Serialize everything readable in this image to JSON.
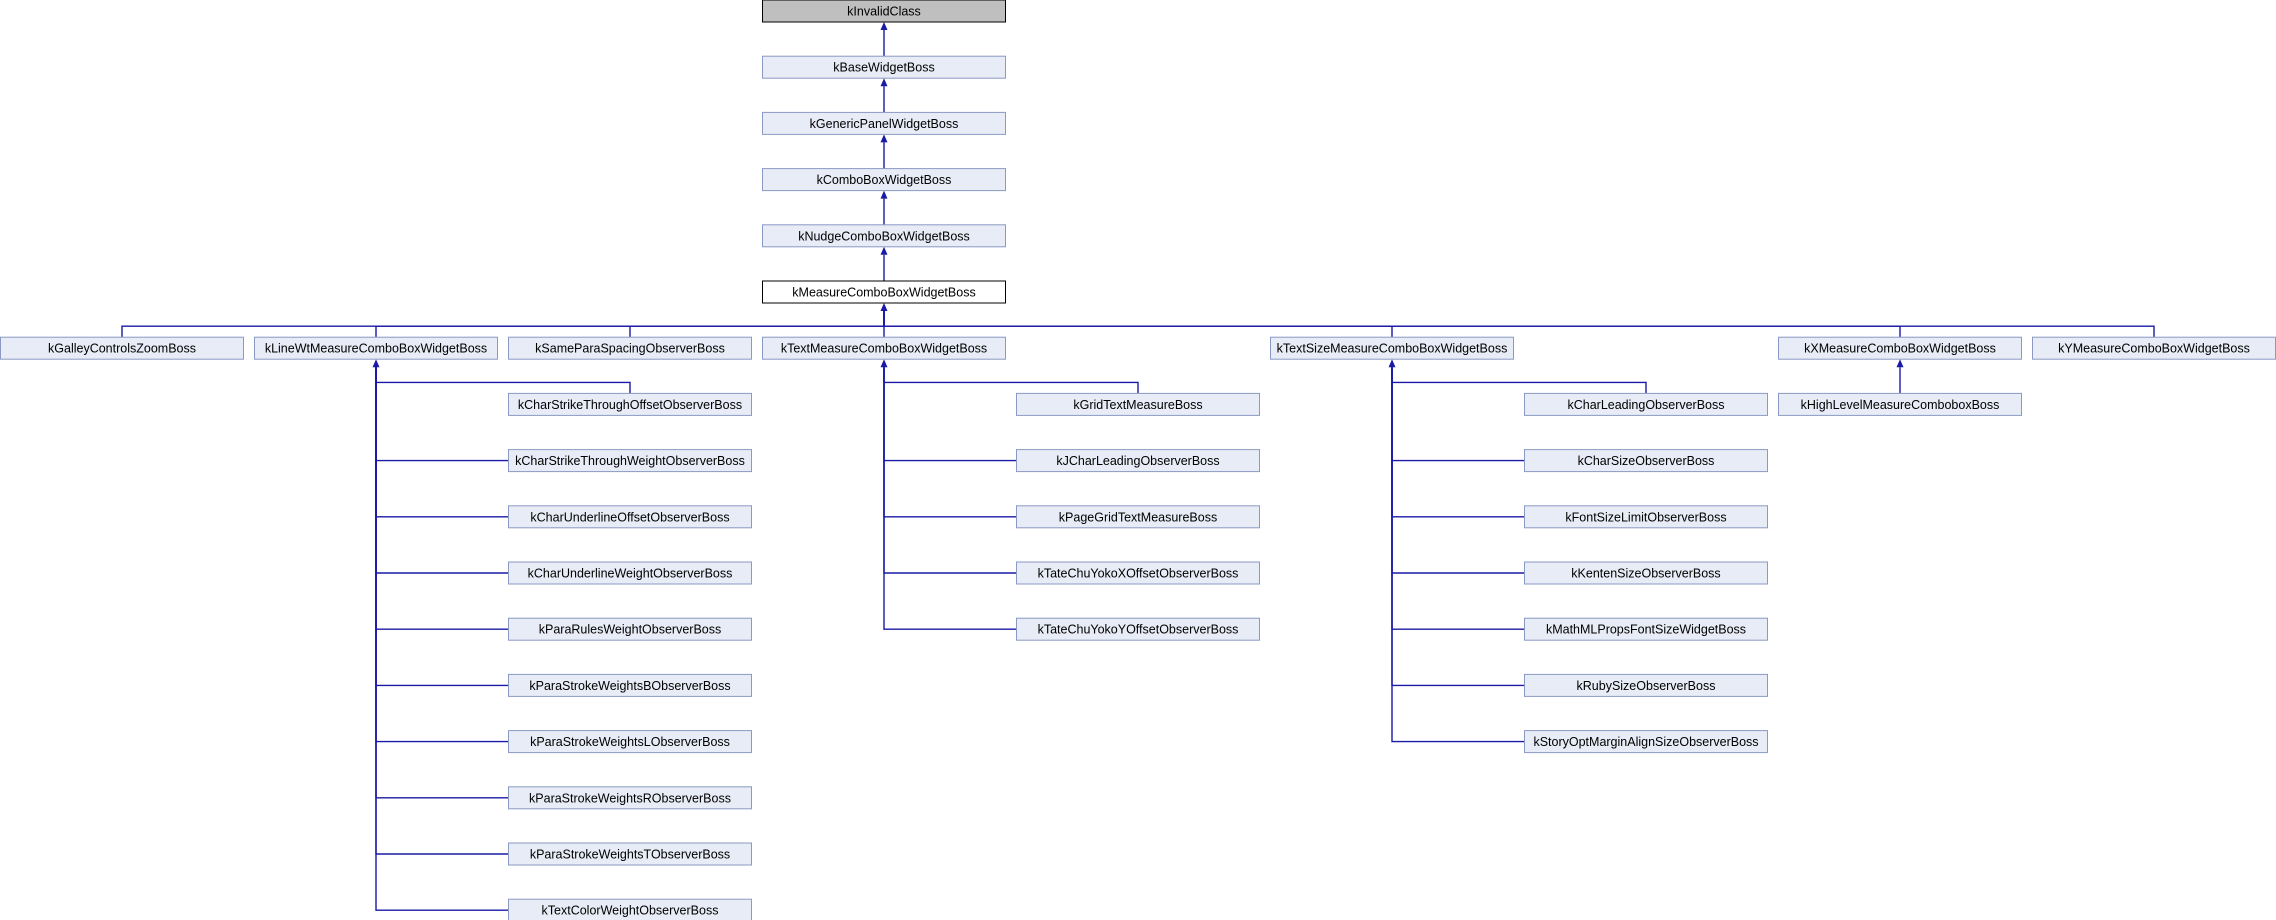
{
  "diagram": {
    "nodes": [
      {
        "id": "kInvalidClass",
        "label": "kInvalidClass",
        "style": "root"
      },
      {
        "id": "kBaseWidgetBoss",
        "label": "kBaseWidgetBoss"
      },
      {
        "id": "kGenericPanelWidgetBoss",
        "label": "kGenericPanelWidgetBoss"
      },
      {
        "id": "kComboBoxWidgetBoss",
        "label": "kComboBoxWidgetBoss"
      },
      {
        "id": "kNudgeComboBoxWidgetBoss",
        "label": "kNudgeComboBoxWidgetBoss"
      },
      {
        "id": "kMeasureComboBoxWidgetBoss",
        "label": "kMeasureComboBoxWidgetBoss",
        "style": "current"
      },
      {
        "id": "kGalleyControlsZoomBoss",
        "label": "kGalleyControlsZoomBoss"
      },
      {
        "id": "kLineWtMeasureComboBoxWidgetBoss",
        "label": "kLineWtMeasureComboBoxWidgetBoss"
      },
      {
        "id": "kSameParaSpacingObserverBoss",
        "label": "kSameParaSpacingObserverBoss"
      },
      {
        "id": "kTextMeasureComboBoxWidgetBoss",
        "label": "kTextMeasureComboBoxWidgetBoss"
      },
      {
        "id": "kTextSizeMeasureComboBoxWidgetBoss",
        "label": "kTextSizeMeasureComboBoxWidgetBoss"
      },
      {
        "id": "kXMeasureComboBoxWidgetBoss",
        "label": "kXMeasureComboBoxWidgetBoss"
      },
      {
        "id": "kYMeasureComboBoxWidgetBoss",
        "label": "kYMeasureComboBoxWidgetBoss"
      },
      {
        "id": "kCharStrikeThroughOffsetObserverBoss",
        "label": "kCharStrikeThroughOffsetObserverBoss"
      },
      {
        "id": "kCharStrikeThroughWeightObserverBoss",
        "label": "kCharStrikeThroughWeightObserverBoss"
      },
      {
        "id": "kCharUnderlineOffsetObserverBoss",
        "label": "kCharUnderlineOffsetObserverBoss"
      },
      {
        "id": "kCharUnderlineWeightObserverBoss",
        "label": "kCharUnderlineWeightObserverBoss"
      },
      {
        "id": "kParaRulesWeightObserverBoss",
        "label": "kParaRulesWeightObserverBoss"
      },
      {
        "id": "kParaStrokeWeightsBObserverBoss",
        "label": "kParaStrokeWeightsBObserverBoss"
      },
      {
        "id": "kParaStrokeWeightsLObserverBoss",
        "label": "kParaStrokeWeightsLObserverBoss"
      },
      {
        "id": "kParaStrokeWeightsRObserverBoss",
        "label": "kParaStrokeWeightsRObserverBoss"
      },
      {
        "id": "kParaStrokeWeightsTObserverBoss",
        "label": "kParaStrokeWeightsTObserverBoss"
      },
      {
        "id": "kTextColorWeightObserverBoss",
        "label": "kTextColorWeightObserverBoss"
      },
      {
        "id": "kGridTextMeasureBoss",
        "label": "kGridTextMeasureBoss"
      },
      {
        "id": "kJCharLeadingObserverBoss",
        "label": "kJCharLeadingObserverBoss"
      },
      {
        "id": "kPageGridTextMeasureBoss",
        "label": "kPageGridTextMeasureBoss"
      },
      {
        "id": "kTateChuYokoXOffsetObserverBoss",
        "label": "kTateChuYokoXOffsetObserverBoss"
      },
      {
        "id": "kTateChuYokoYOffsetObserverBoss",
        "label": "kTateChuYokoYOffsetObserverBoss"
      },
      {
        "id": "kCharLeadingObserverBoss",
        "label": "kCharLeadingObserverBoss"
      },
      {
        "id": "kCharSizeObserverBoss",
        "label": "kCharSizeObserverBoss"
      },
      {
        "id": "kFontSizeLimitObserverBoss",
        "label": "kFontSizeLimitObserverBoss"
      },
      {
        "id": "kKentenSizeObserverBoss",
        "label": "kKentenSizeObserverBoss"
      },
      {
        "id": "kMathMLPropsFontSizeWidgetBoss",
        "label": "kMathMLPropsFontSizeWidgetBoss"
      },
      {
        "id": "kRubySizeObserverBoss",
        "label": "kRubySizeObserverBoss"
      },
      {
        "id": "kStoryOptMarginAlignSizeObserverBoss",
        "label": "kStoryOptMarginAlignSizeObserverBoss"
      },
      {
        "id": "kHighLevelMeasureComboboxBoss",
        "label": "kHighLevelMeasureComboboxBoss"
      }
    ],
    "edges": [
      {
        "from": "kBaseWidgetBoss",
        "to": "kInvalidClass"
      },
      {
        "from": "kGenericPanelWidgetBoss",
        "to": "kBaseWidgetBoss"
      },
      {
        "from": "kComboBoxWidgetBoss",
        "to": "kGenericPanelWidgetBoss"
      },
      {
        "from": "kNudgeComboBoxWidgetBoss",
        "to": "kComboBoxWidgetBoss"
      },
      {
        "from": "kMeasureComboBoxWidgetBoss",
        "to": "kNudgeComboBoxWidgetBoss"
      },
      {
        "from": "kGalleyControlsZoomBoss",
        "to": "kMeasureComboBoxWidgetBoss"
      },
      {
        "from": "kLineWtMeasureComboBoxWidgetBoss",
        "to": "kMeasureComboBoxWidgetBoss"
      },
      {
        "from": "kSameParaSpacingObserverBoss",
        "to": "kMeasureComboBoxWidgetBoss"
      },
      {
        "from": "kTextMeasureComboBoxWidgetBoss",
        "to": "kMeasureComboBoxWidgetBoss"
      },
      {
        "from": "kTextSizeMeasureComboBoxWidgetBoss",
        "to": "kMeasureComboBoxWidgetBoss"
      },
      {
        "from": "kXMeasureComboBoxWidgetBoss",
        "to": "kMeasureComboBoxWidgetBoss"
      },
      {
        "from": "kYMeasureComboBoxWidgetBoss",
        "to": "kMeasureComboBoxWidgetBoss"
      },
      {
        "from": "kCharStrikeThroughOffsetObserverBoss",
        "to": "kLineWtMeasureComboBoxWidgetBoss"
      },
      {
        "from": "kCharStrikeThroughWeightObserverBoss",
        "to": "kLineWtMeasureComboBoxWidgetBoss"
      },
      {
        "from": "kCharUnderlineOffsetObserverBoss",
        "to": "kLineWtMeasureComboBoxWidgetBoss"
      },
      {
        "from": "kCharUnderlineWeightObserverBoss",
        "to": "kLineWtMeasureComboBoxWidgetBoss"
      },
      {
        "from": "kParaRulesWeightObserverBoss",
        "to": "kLineWtMeasureComboBoxWidgetBoss"
      },
      {
        "from": "kParaStrokeWeightsBObserverBoss",
        "to": "kLineWtMeasureComboBoxWidgetBoss"
      },
      {
        "from": "kParaStrokeWeightsLObserverBoss",
        "to": "kLineWtMeasureComboBoxWidgetBoss"
      },
      {
        "from": "kParaStrokeWeightsRObserverBoss",
        "to": "kLineWtMeasureComboBoxWidgetBoss"
      },
      {
        "from": "kParaStrokeWeightsTObserverBoss",
        "to": "kLineWtMeasureComboBoxWidgetBoss"
      },
      {
        "from": "kTextColorWeightObserverBoss",
        "to": "kLineWtMeasureComboBoxWidgetBoss"
      },
      {
        "from": "kGridTextMeasureBoss",
        "to": "kTextMeasureComboBoxWidgetBoss"
      },
      {
        "from": "kJCharLeadingObserverBoss",
        "to": "kTextMeasureComboBoxWidgetBoss"
      },
      {
        "from": "kPageGridTextMeasureBoss",
        "to": "kTextMeasureComboBoxWidgetBoss"
      },
      {
        "from": "kTateChuYokoXOffsetObserverBoss",
        "to": "kTextMeasureComboBoxWidgetBoss"
      },
      {
        "from": "kTateChuYokoYOffsetObserverBoss",
        "to": "kTextMeasureComboBoxWidgetBoss"
      },
      {
        "from": "kCharLeadingObserverBoss",
        "to": "kTextSizeMeasureComboBoxWidgetBoss"
      },
      {
        "from": "kCharSizeObserverBoss",
        "to": "kTextSizeMeasureComboBoxWidgetBoss"
      },
      {
        "from": "kFontSizeLimitObserverBoss",
        "to": "kTextSizeMeasureComboBoxWidgetBoss"
      },
      {
        "from": "kKentenSizeObserverBoss",
        "to": "kTextSizeMeasureComboBoxWidgetBoss"
      },
      {
        "from": "kMathMLPropsFontSizeWidgetBoss",
        "to": "kTextSizeMeasureComboBoxWidgetBoss"
      },
      {
        "from": "kRubySizeObserverBoss",
        "to": "kTextSizeMeasureComboBoxWidgetBoss"
      },
      {
        "from": "kStoryOptMarginAlignSizeObserverBoss",
        "to": "kTextSizeMeasureComboBoxWidgetBoss"
      },
      {
        "from": "kHighLevelMeasureComboboxBoss",
        "to": "kXMeasureComboBoxWidgetBoss"
      }
    ]
  },
  "colors": {
    "node_fill": "#e8ecf6",
    "node_border": "#8a9ac4",
    "root_fill": "#bfbfbf",
    "current_fill": "#ffffff",
    "edge": "#1a1aa6"
  }
}
